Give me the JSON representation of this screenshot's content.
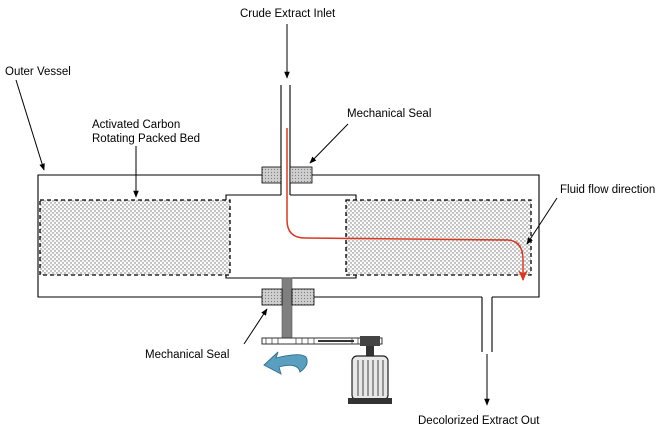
{
  "labels": {
    "inlet": "Crude Extract Inlet",
    "outer_vessel": "Outer Vessel",
    "seal_top": "Mechanical Seal",
    "packed_bed_line1": "Activated Carbon",
    "packed_bed_line2": "Rotating Packed Bed",
    "flow_direction": "Fluid flow direction",
    "seal_bottom": "Mechanical Seal",
    "outlet": "Decolorized Extract Out"
  },
  "colors": {
    "flow_path": "#d9381e",
    "rotation_arrow": "#5a9fbf",
    "shaft": "#7f7f7f",
    "seal": "#b0b0b0",
    "stipple": "#6b6b6b"
  }
}
